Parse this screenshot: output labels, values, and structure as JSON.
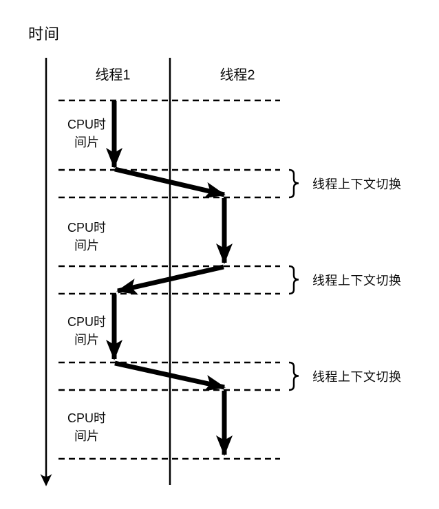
{
  "diagram": {
    "bg_color": "#ffffff",
    "ink_color": "#000000",
    "time_axis": {
      "label": "时间",
      "direction": "down"
    },
    "columns": [
      {
        "label": "线程1"
      },
      {
        "label": "线程2"
      }
    ],
    "slices": [
      {
        "thread": "线程1",
        "label_line1": "CPU时",
        "label_line2": "间片"
      },
      {
        "thread": "线程2",
        "label_line1": "CPU时",
        "label_line2": "间片"
      },
      {
        "thread": "线程1",
        "label_line1": "CPU时",
        "label_line2": "间片"
      },
      {
        "thread": "线程2",
        "label_line1": "CPU时",
        "label_line2": "间片"
      }
    ],
    "context_switches": [
      {
        "label": "线程上下文切换"
      },
      {
        "label": "线程上下文切换"
      },
      {
        "label": "线程上下文切换"
      }
    ]
  }
}
